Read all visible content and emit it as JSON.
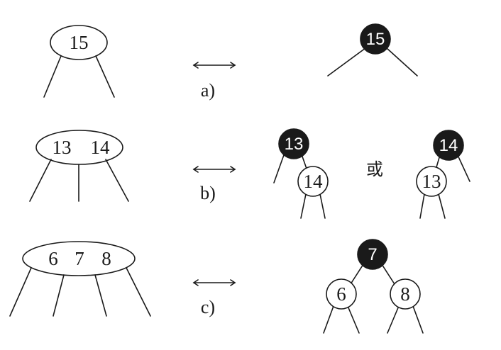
{
  "rows": [
    {
      "label": "a)",
      "left_keys": [
        "15"
      ],
      "right_tree": {
        "root": "15"
      }
    },
    {
      "label": "b)",
      "left_keys": [
        "13",
        "14"
      ],
      "right_tree_1": {
        "root": "13",
        "right_child": "14"
      },
      "or_text": "或",
      "right_tree_2": {
        "root": "14",
        "left_child": "13"
      }
    },
    {
      "label": "c)",
      "left_keys": [
        "6",
        "7",
        "8"
      ],
      "right_tree": {
        "root": "7",
        "left_child": "6",
        "right_child": "8"
      }
    }
  ],
  "colors": {
    "black_node": "#1a1a1a",
    "line": "#1a1a1a",
    "background": "#ffffff"
  }
}
